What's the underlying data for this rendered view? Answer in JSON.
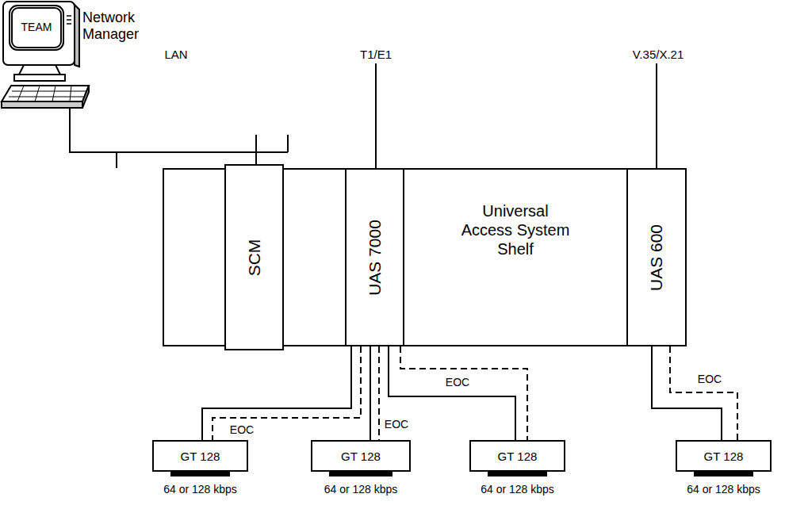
{
  "diagram": {
    "nodes": [
      {
        "text": [
          "TEAM",
          "Network Manager"
        ]
      },
      {
        "text": [
          "Universal Access System Shelf"
        ]
      },
      {
        "text": [
          "SCM"
        ],
        "in": 1
      },
      {
        "text": [
          "UAS 7000"
        ],
        "in": 1
      },
      {
        "text": [
          "UAS 600"
        ],
        "in": 1
      },
      {
        "text": [
          "GT 128",
          "64 or 128 kbps"
        ]
      },
      {
        "text": [
          "GT 128",
          "64 or 128 kbps"
        ]
      },
      {
        "text": [
          "GT 128",
          "64 or 128 kbps"
        ]
      },
      {
        "text": [
          "GT 128",
          "64 or 128 kbps"
        ]
      }
    ],
    "edges": [
      {
        "from": 0,
        "to": 2,
        "label": "LAN",
        "arrow": "none"
      },
      {
        "from": 3,
        "to": 5,
        "label": "EOC",
        "arrow": "none"
      },
      {
        "from": 3,
        "to": 6,
        "label": "EOC",
        "arrow": "none"
      },
      {
        "from": 3,
        "to": 7,
        "label": "EOC",
        "arrow": "none"
      },
      {
        "from": 4,
        "to": 8,
        "label": "EOC",
        "arrow": "none"
      }
    ],
    "labels": [
      "T1/E1",
      "V.35/X.21"
    ]
  }
}
